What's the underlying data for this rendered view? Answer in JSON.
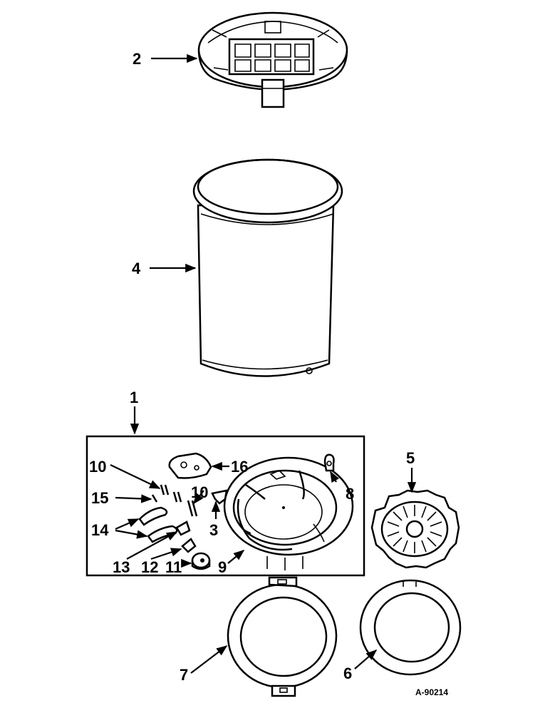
{
  "callouts": {
    "c1": "1",
    "c2": "2",
    "c3": "3",
    "c4": "4",
    "c5": "5",
    "c6": "6",
    "c7": "7",
    "c8": "8",
    "c9": "9",
    "c10a": "10",
    "c10b": "10",
    "c11": "11",
    "c12": "12",
    "c13": "13",
    "c14": "14",
    "c15": "15",
    "c16": "16"
  },
  "reference_number": "A-90214"
}
